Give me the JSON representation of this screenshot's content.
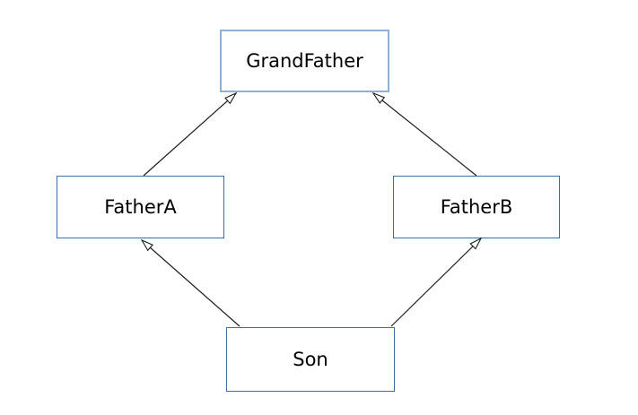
{
  "diagram": {
    "type": "uml-class-inheritance-diagram",
    "nodes": [
      {
        "id": "grandfather",
        "label": "GrandFather",
        "border_color": "#90afd1",
        "fill": "#ffffff"
      },
      {
        "id": "fathera",
        "label": "FatherA",
        "border_color": "#3c6ea5",
        "fill": "#ffffff"
      },
      {
        "id": "fatherb",
        "label": "FatherB",
        "border_color": "#3c6ea5",
        "fill": "#ffffff"
      },
      {
        "id": "son",
        "label": "Son",
        "border_color": "#3c6ea5",
        "fill": "#ffffff"
      }
    ],
    "edges": [
      {
        "from": "FatherA",
        "to": "GrandFather",
        "arrowhead": "hollow-triangle"
      },
      {
        "from": "FatherB",
        "to": "GrandFather",
        "arrowhead": "hollow-triangle"
      },
      {
        "from": "Son",
        "to": "FatherA",
        "arrowhead": "hollow-triangle"
      },
      {
        "from": "Son",
        "to": "FatherB",
        "arrowhead": "hollow-triangle"
      }
    ],
    "colors": {
      "background": "#ffffff",
      "text": "#000000",
      "arrow_line": "#1c1c1c",
      "arrowhead_fill": "#ffffff"
    }
  }
}
